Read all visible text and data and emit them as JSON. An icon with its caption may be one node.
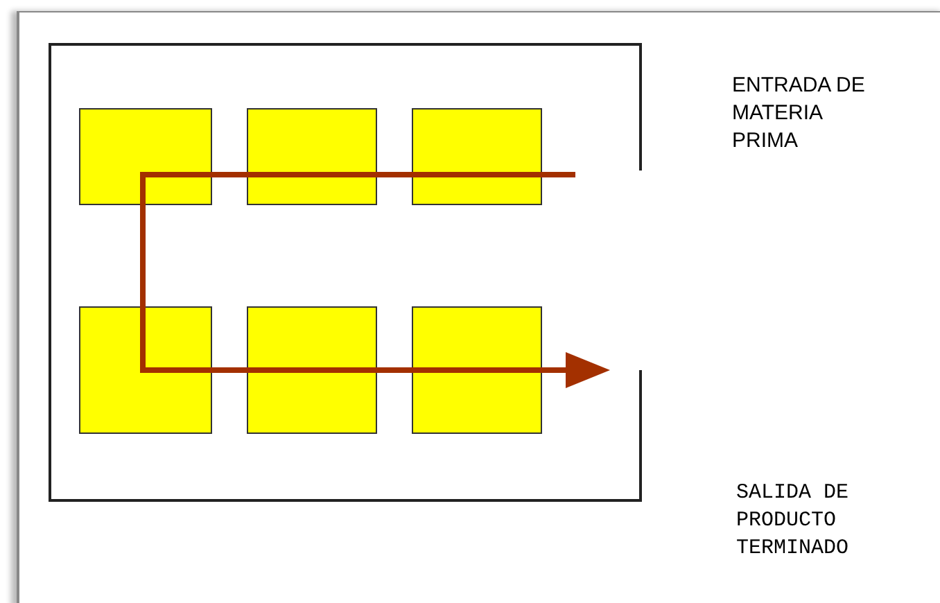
{
  "diagram": {
    "nodes": [
      {
        "text": [],
        "shape": "box"
      },
      {
        "text": [],
        "shape": "box",
        "in": 0
      },
      {
        "text": [],
        "shape": "box",
        "in": 0
      },
      {
        "text": [],
        "shape": "box",
        "in": 0
      },
      {
        "text": [],
        "shape": "box",
        "in": 0
      },
      {
        "text": [],
        "shape": "box",
        "in": 0
      },
      {
        "text": [],
        "shape": "box",
        "in": 0
      }
    ],
    "labels": [
      "ENTRADA DE MATERIA PRIMA",
      "SALIDA DE PRODUCTO TERMINADO"
    ]
  }
}
